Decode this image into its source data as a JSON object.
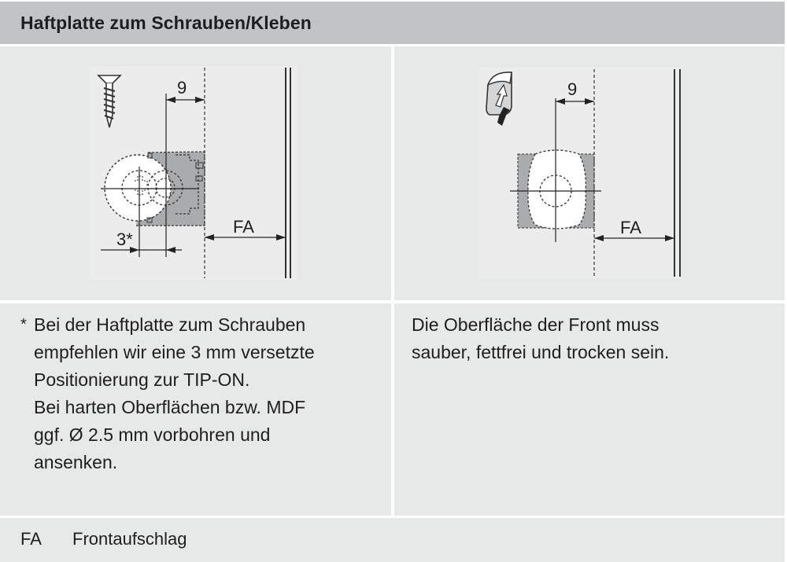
{
  "header": {
    "title": "Haftplatte zum Schrauben/Kleben"
  },
  "figures": {
    "left": {
      "icon": "screw-icon",
      "dim_top": "9",
      "dim_offset": "3*",
      "dim_front": "FA"
    },
    "right": {
      "icon": "adhesive-icon",
      "dim_top": "9",
      "dim_front": "FA"
    }
  },
  "notes": {
    "left": {
      "marker": "*",
      "lines": [
        "Bei der Haftplatte zum Schrauben",
        "empfehlen wir eine 3 mm versetzte",
        "Positionierung zur TIP-ON.",
        "Bei harten Oberflächen bzw. MDF",
        "ggf. Ø 2.5 mm vorbohren und",
        "ansenken."
      ]
    },
    "right": {
      "lines": [
        "Die Oberfläche der Front muss",
        "sauber, fettfrei und trocken sein."
      ]
    }
  },
  "legend": {
    "abbr": "FA",
    "description": "Frontaufschlag"
  },
  "colors": {
    "header_bg": "#c1c4c6",
    "cell_bg": "#e7e8e8",
    "figure_bg": "#ececec",
    "plate_gray": "#a9abad",
    "text": "#1e1e1e"
  }
}
